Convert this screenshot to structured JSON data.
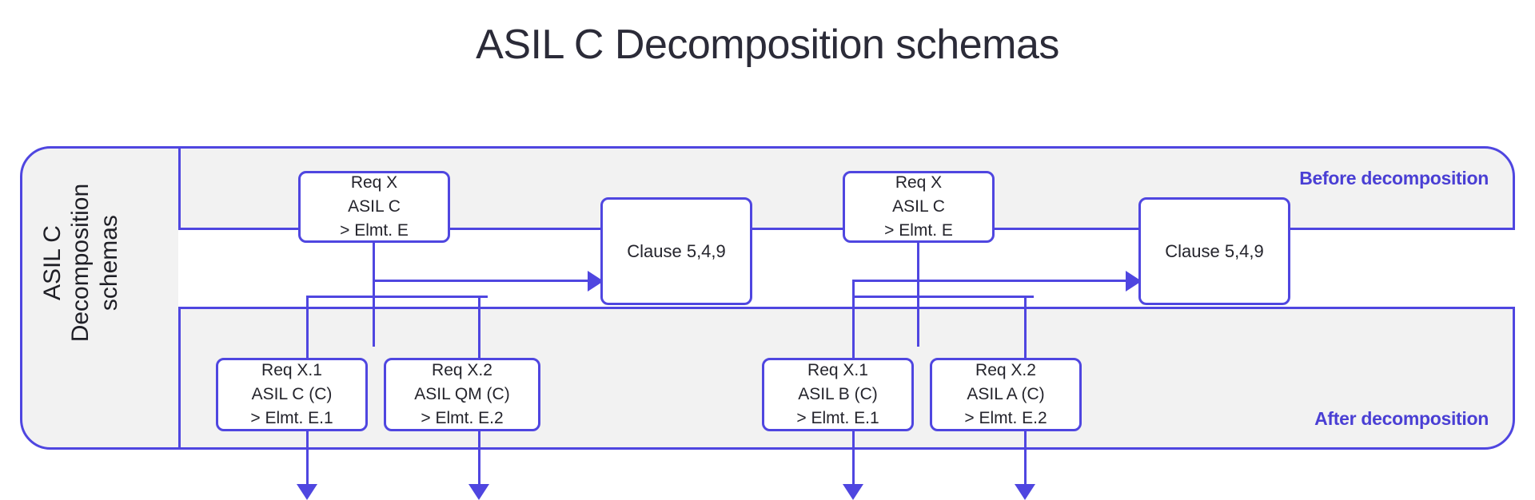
{
  "page": {
    "title": "ASIL C Decomposition schemas",
    "background": "#ffffff",
    "accent_color": "#4f46e0",
    "panel_background": "#f2f2f2",
    "tag_color": "#4a3fd4"
  },
  "diagram": {
    "side_label": "ASIL C\nDecomposition\nschemas",
    "tags": {
      "before": "Before decomposition",
      "after": "After decomposition"
    },
    "left_group": {
      "source": "Req X\nASIL C\n> Elmt. E",
      "clause": "Clause 5,4,9",
      "children": [
        "Req X.1\nASIL C (C)\n> Elmt. E.1",
        "Req X.2\nASIL QM (C)\n> Elmt. E.2"
      ]
    },
    "right_group": {
      "source": "Req X\nASIL C\n> Elmt. E",
      "clause": "Clause 5,4,9",
      "children": [
        "Req X.1\nASIL B (C)\n> Elmt. E.1",
        "Req X.2\nASIL A (C)\n> Elmt. E.2"
      ]
    }
  }
}
